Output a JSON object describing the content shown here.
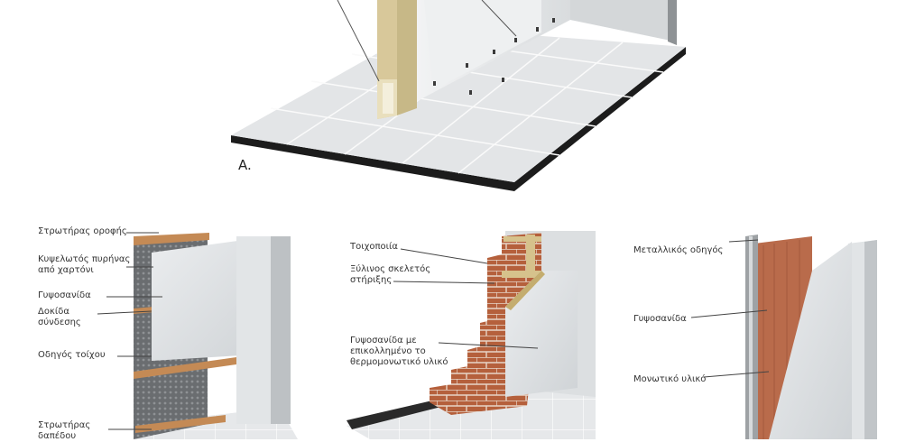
{
  "figure_a": {
    "label": "A."
  },
  "left_panel": {
    "labels": [
      "Στρωτήρας οροφής",
      "Κυψελωτός πυρήνας",
      "από χαρτόνι",
      "Γυψοσανίδα",
      "Δοκίδα",
      "σύνδεσης",
      "Οδηγός τοίχου",
      "Στρωτήρας",
      "δαπέδου"
    ]
  },
  "middle_panel": {
    "labels": [
      "Τοιχοποιία",
      "Ξύλινος σκελετός",
      "στήριξης",
      "Γυψοσανίδα με",
      "επικολλημένο το",
      "θερμομονωτικό υλικό"
    ]
  },
  "right_panel": {
    "labels": [
      "Μεταλλικός οδηγός",
      "Γυψοσανίδα",
      "Μονωτικό υλικό"
    ]
  },
  "colors": {
    "brick": "#b9643e",
    "board": "#e4e6e8",
    "floor_tile": "#e9ebec",
    "floor_edge": "#1c1c1c",
    "stud": "#d8c89a",
    "core": "#5c5f62"
  }
}
